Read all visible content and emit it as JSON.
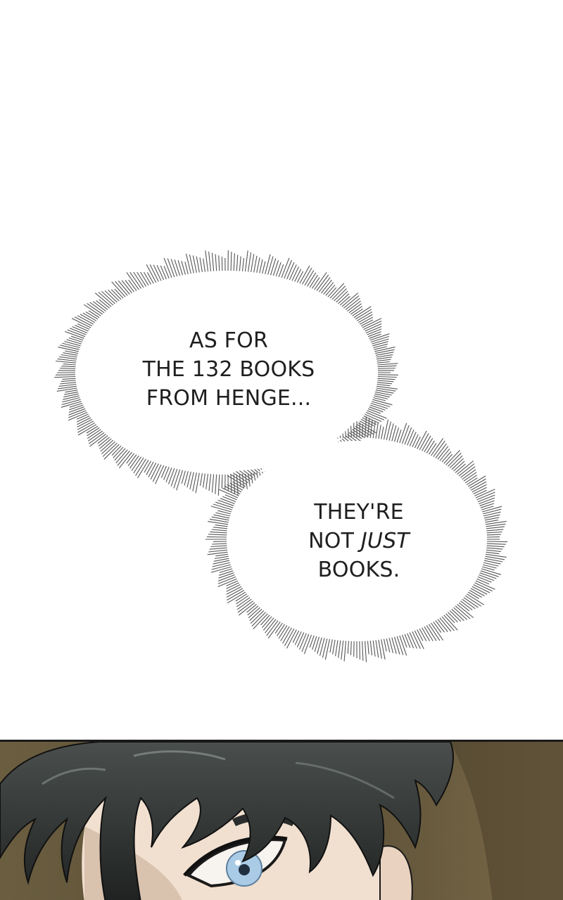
{
  "bubble_1": {
    "line_1": "AS FOR",
    "line_2": "THE 132 BOOKS",
    "line_3": "FROM HENGE..."
  },
  "bubble_2": {
    "line_1": "THEY'RE",
    "line_2_a": "NOT ",
    "line_2_b": "JUST",
    "line_3": "BOOKS."
  },
  "colors": {
    "background": "#ffffff",
    "text": "#1f1f1f",
    "panel_bg": "#5e5238",
    "hair": "#2b2e2c",
    "skin": "#f1e0d0",
    "eye": "#a9cbe6"
  }
}
